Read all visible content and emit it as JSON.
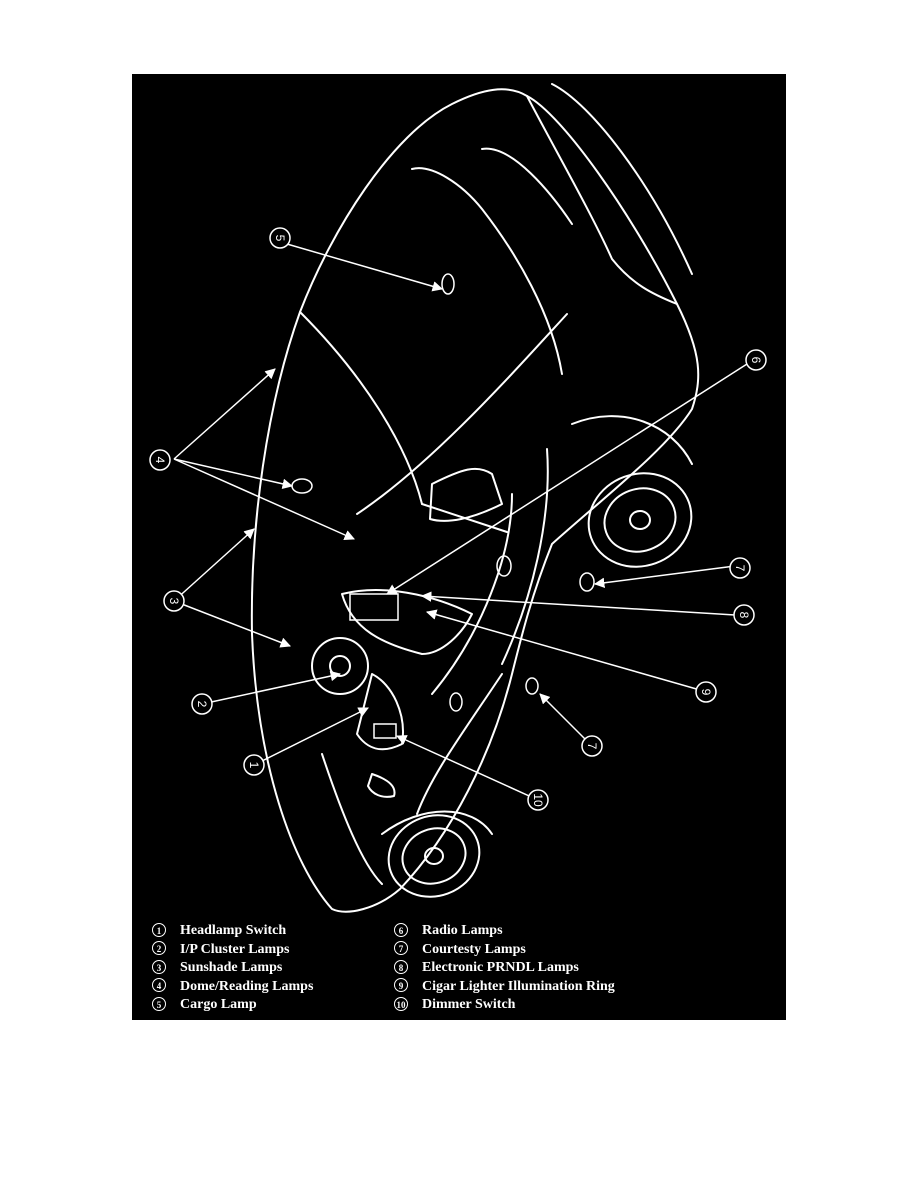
{
  "diagram": {
    "colors": {
      "background": "#000000",
      "line": "#ffffff",
      "page": "#ffffff"
    },
    "callouts": [
      {
        "id": "c5-top",
        "number": "5"
      },
      {
        "id": "c6",
        "number": "6"
      },
      {
        "id": "c4",
        "number": "4"
      },
      {
        "id": "c3",
        "number": "3"
      },
      {
        "id": "c7-upper",
        "number": "7"
      },
      {
        "id": "c8",
        "number": "8"
      },
      {
        "id": "c2",
        "number": "2"
      },
      {
        "id": "c9",
        "number": "9"
      },
      {
        "id": "c1",
        "number": "1"
      },
      {
        "id": "c7-lower",
        "number": "7"
      },
      {
        "id": "c10",
        "number": "10"
      }
    ]
  },
  "legend": {
    "left": [
      {
        "number": "1",
        "label": "Headlamp Switch"
      },
      {
        "number": "2",
        "label": "I/P Cluster Lamps"
      },
      {
        "number": "3",
        "label": "Sunshade Lamps"
      },
      {
        "number": "4",
        "label": "Dome/Reading Lamps"
      },
      {
        "number": "5",
        "label": "Cargo Lamp"
      }
    ],
    "right": [
      {
        "number": "6",
        "label": "Radio Lamps"
      },
      {
        "number": "7",
        "label": "Courtesty Lamps"
      },
      {
        "number": "8",
        "label": "Electronic PRNDL Lamps"
      },
      {
        "number": "9",
        "label": "Cigar Lighter Illumination Ring"
      },
      {
        "number": "10",
        "label": "Dimmer Switch"
      }
    ]
  }
}
